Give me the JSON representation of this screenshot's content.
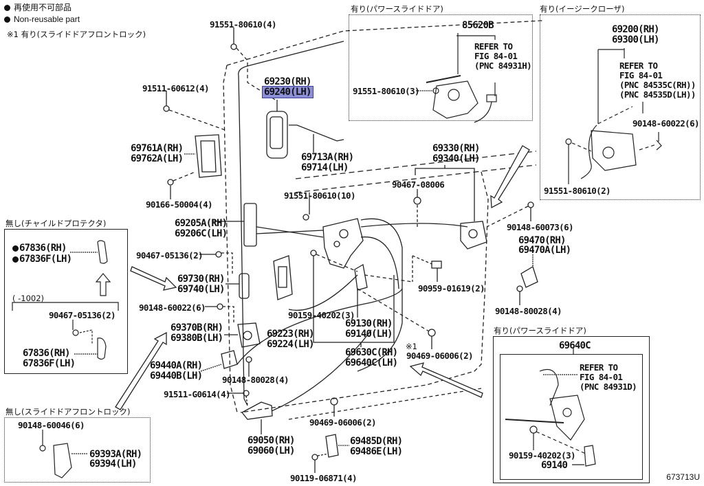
{
  "legend": {
    "non_reusable_jp": "再使用不可部品",
    "non_reusable_en": "Non-reusable part",
    "note1": "※1 有り(スライドドアフロントロック)"
  },
  "insets": {
    "power_slide_top": {
      "title": "有り(パワースライドドア)",
      "part": "85620B",
      "refer": [
        "REFER TO",
        "FIG 84-01",
        "(PNC 84931H)"
      ],
      "bolt": "91551-80610(3)"
    },
    "easy_closer": {
      "title": "有り(イージークローザ)",
      "part_rh": "69200(RH)",
      "part_lh": "69300(LH)",
      "refer": [
        "REFER TO",
        "FIG 84-01",
        "(PNC 84535C(RH))",
        "(PNC 84535D(LH))"
      ],
      "screw": "90148-60022(6)",
      "bolt": "91551-80610(2)"
    },
    "no_child_protector": {
      "title": "無し(チャイルドプロテクタ)",
      "part_rh": "67836(RH)",
      "part_lh": "67836F(LH)",
      "range": "(    -1002)",
      "screw": "90467-05136(2)",
      "part2_rh": "67836(RH)",
      "part2_lh": "67836F(LH)"
    },
    "no_front_lock": {
      "title": "無し(スライドドアフロントロック)",
      "screw": "90148-60046(6)",
      "part_rh": "69393A(RH)",
      "part_lh": "69394(LH)"
    },
    "power_slide_bottom": {
      "title": "有り(パワースライドドア)",
      "part": "69640C",
      "refer": [
        "REFER TO",
        "FIG 84-01",
        "(PNC 84931D)"
      ],
      "bolt": "90159-40202(3)",
      "sub": "69140"
    }
  },
  "labels": {
    "b91551_80610_4": "91551-80610(4)",
    "b91511_60612_4": "91511-60612(4)",
    "h69230": "69230(RH)",
    "h69240": "69240(LH)",
    "p69761a": "69761A(RH)",
    "p69762a": "69762A(LH)",
    "r69713a": "69713A(RH)",
    "r69714": "69714(LH)",
    "s90166": "90166-50004(4)",
    "b91551_80610_10": "91551-80610(10)",
    "c69330": "69330(RH)",
    "c69340": "69340(LH)",
    "c90467_08006": "90467-08006",
    "p69205a": "69205A(RH)",
    "p69206c": "69206C(LH)",
    "s90467_05136": "90467-05136(2)",
    "p69730": "69730(RH)",
    "p69740": "69740(LH)",
    "s90148_60022": "90148-60022(6)",
    "p69370b": "69370B(RH)",
    "p69380b": "69380B(LH)",
    "p69440a": "69440A(RH)",
    "p69440b": "69440B(LH)",
    "s90148_80028_a": "90148-80028(4)",
    "b91511_g0614": "91511-G0614(4)",
    "p69050": "69050(RH)",
    "p69060": "69060(LH)",
    "p69223": "69223(RH)",
    "p69224": "69224(LH)",
    "s90159_40202": "90159-40202(3)",
    "p69130": "69130(RH)",
    "p69140": "69140(LH)",
    "p69630c": "69630C(RH)",
    "p69640c": "69640C(LH)",
    "c90959": "90959-01619(2)",
    "note_mark": "※1",
    "c90469_a": "90469-06006(2)",
    "c90469_b": "90469-06006(2)",
    "p69485d": "69485D(RH)",
    "p69486e": "69486E(LH)",
    "s90119": "90119-06871(4)",
    "s90148_60073": "90148-60073(6)",
    "p69470": "69470(RH)",
    "p69470a": "69470A(LH)",
    "s90148_80028_b": "90148-80028(4)"
  },
  "highlight_color": "#8c8fd6",
  "figure_number": "673713U"
}
